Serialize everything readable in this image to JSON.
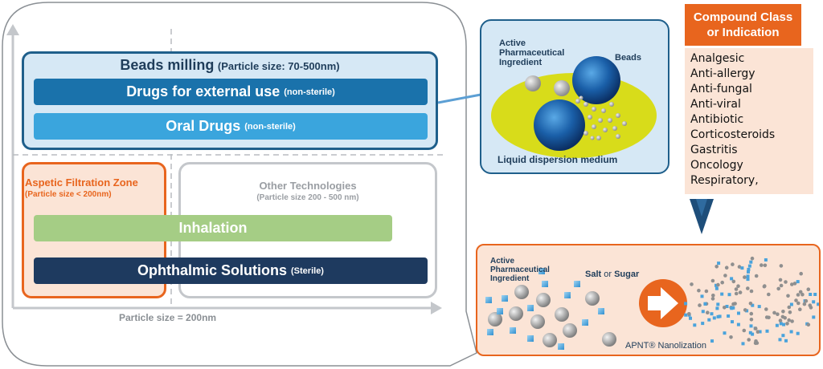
{
  "beads_milling": {
    "title": "Beads milling",
    "subtitle": "(Particle size: 70-500nm)",
    "bars": [
      {
        "label": "Drugs for external use",
        "note": "(non-sterile)"
      },
      {
        "label": "Oral Drugs",
        "note": "(non-sterile)"
      }
    ]
  },
  "aseptic_zone": {
    "title": "Aspetic Filtration Zone",
    "subtitle": "(Particle size < 200nm)"
  },
  "other_tech": {
    "title": "Other Technologies",
    "subtitle": "(Particle size 200 - 500 nm)"
  },
  "lower_bars": [
    {
      "label": "Inhalation",
      "note": ""
    },
    {
      "label": "Ophthalmic Solutions",
      "note": "(Sterile)"
    }
  ],
  "axis": {
    "x_label": "Particle size = 200nm"
  },
  "beads_diagram": {
    "api_label_line1": "Active",
    "api_label_line2": "Pharmaceutical",
    "api_label_line3": "Ingredient",
    "beads_label": "Beads",
    "medium_label": "Liquid dispersion medium"
  },
  "compound_class": {
    "header_line1": "Compound Class",
    "header_line2": "or Indication",
    "items": [
      "Analgesic",
      "Anti-allergy",
      "Anti-fungal",
      "Anti-viral",
      "Antibiotic",
      "Corticosteroids",
      "Gastritis",
      "Oncology",
      "Respiratory,"
    ]
  },
  "apnt_diagram": {
    "api_line1": "Active",
    "api_line2": "Pharmaceutical",
    "api_line3": "Ingredient",
    "salt_label": "Salt",
    "or_label": "or",
    "sugar_label": "Sugar",
    "process_label": "APNT® Nanolization"
  },
  "colors": {
    "beads_border": "#1f5f8b",
    "bar_dark_blue": "#1a72ab",
    "bar_light_blue": "#3aa5dd",
    "aseptic_orange": "#e8651e",
    "inhalation_green": "#a5cd85",
    "ophthalmic_navy": "#1e3a5f",
    "compound_header": "#e8651e",
    "compound_bg": "#fbe4d6"
  }
}
